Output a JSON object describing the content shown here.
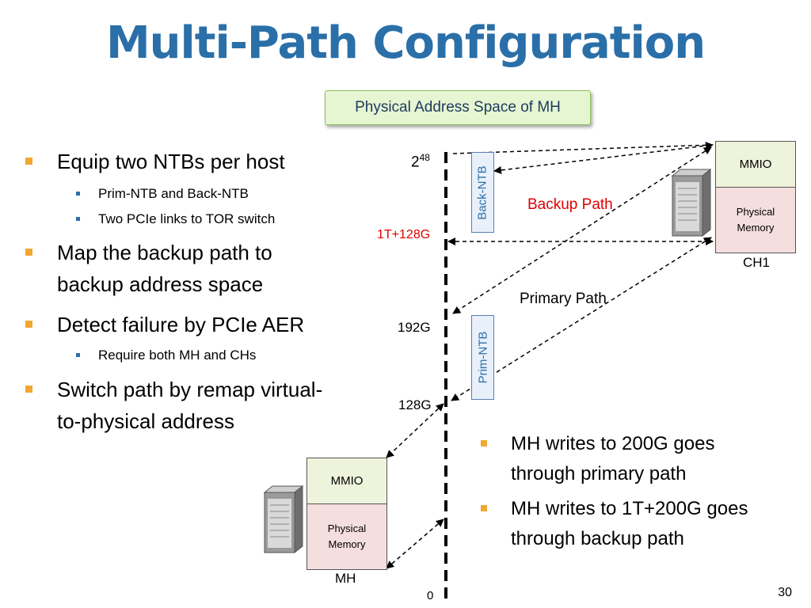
{
  "title": "Multi-Path Configuration",
  "address_space_label": "Physical Address Space of MH",
  "bullets_left": [
    {
      "text": "Equip two NTBs per host",
      "sub": [
        "Prim-NTB and Back-NTB",
        "Two PCIe links to TOR switch"
      ]
    },
    {
      "line1": "Map the backup path to",
      "line2": "backup address space"
    },
    {
      "text": "Detect failure by PCIe AER",
      "sub": [
        "Require both MH and CHs"
      ]
    },
    {
      "line1": "Switch path by remap virtual-",
      "line2": "to-physical address"
    }
  ],
  "bullets_right": [
    {
      "line1": "MH writes to 200G goes",
      "line2": "through primary path"
    },
    {
      "line1": "MH writes to 1T+200G goes",
      "line2": "through backup path"
    }
  ],
  "axis": {
    "top_base": "2",
    "top_exp": "48",
    "label_1t": "1T+128G",
    "label_192": "192G",
    "label_128": "128G",
    "label_0": "0"
  },
  "ntb": {
    "back": "Back-NTB",
    "prim": "Prim-NTB"
  },
  "paths": {
    "backup": "Backup Path",
    "primary": "Primary Path"
  },
  "ch1": {
    "mmio": "MMIO",
    "phys_line1": "Physical",
    "phys_line2": "Memory",
    "name": "CH1"
  },
  "mh": {
    "mmio": "MMIO",
    "phys_line1": "Physical",
    "phys_line2": "Memory",
    "name": "MH"
  },
  "colors": {
    "title": "#2a6fa8",
    "bullet": "#f0a830",
    "sub_bullet": "#2a6fa8",
    "backup": "#e00000"
  },
  "page_number": "30"
}
